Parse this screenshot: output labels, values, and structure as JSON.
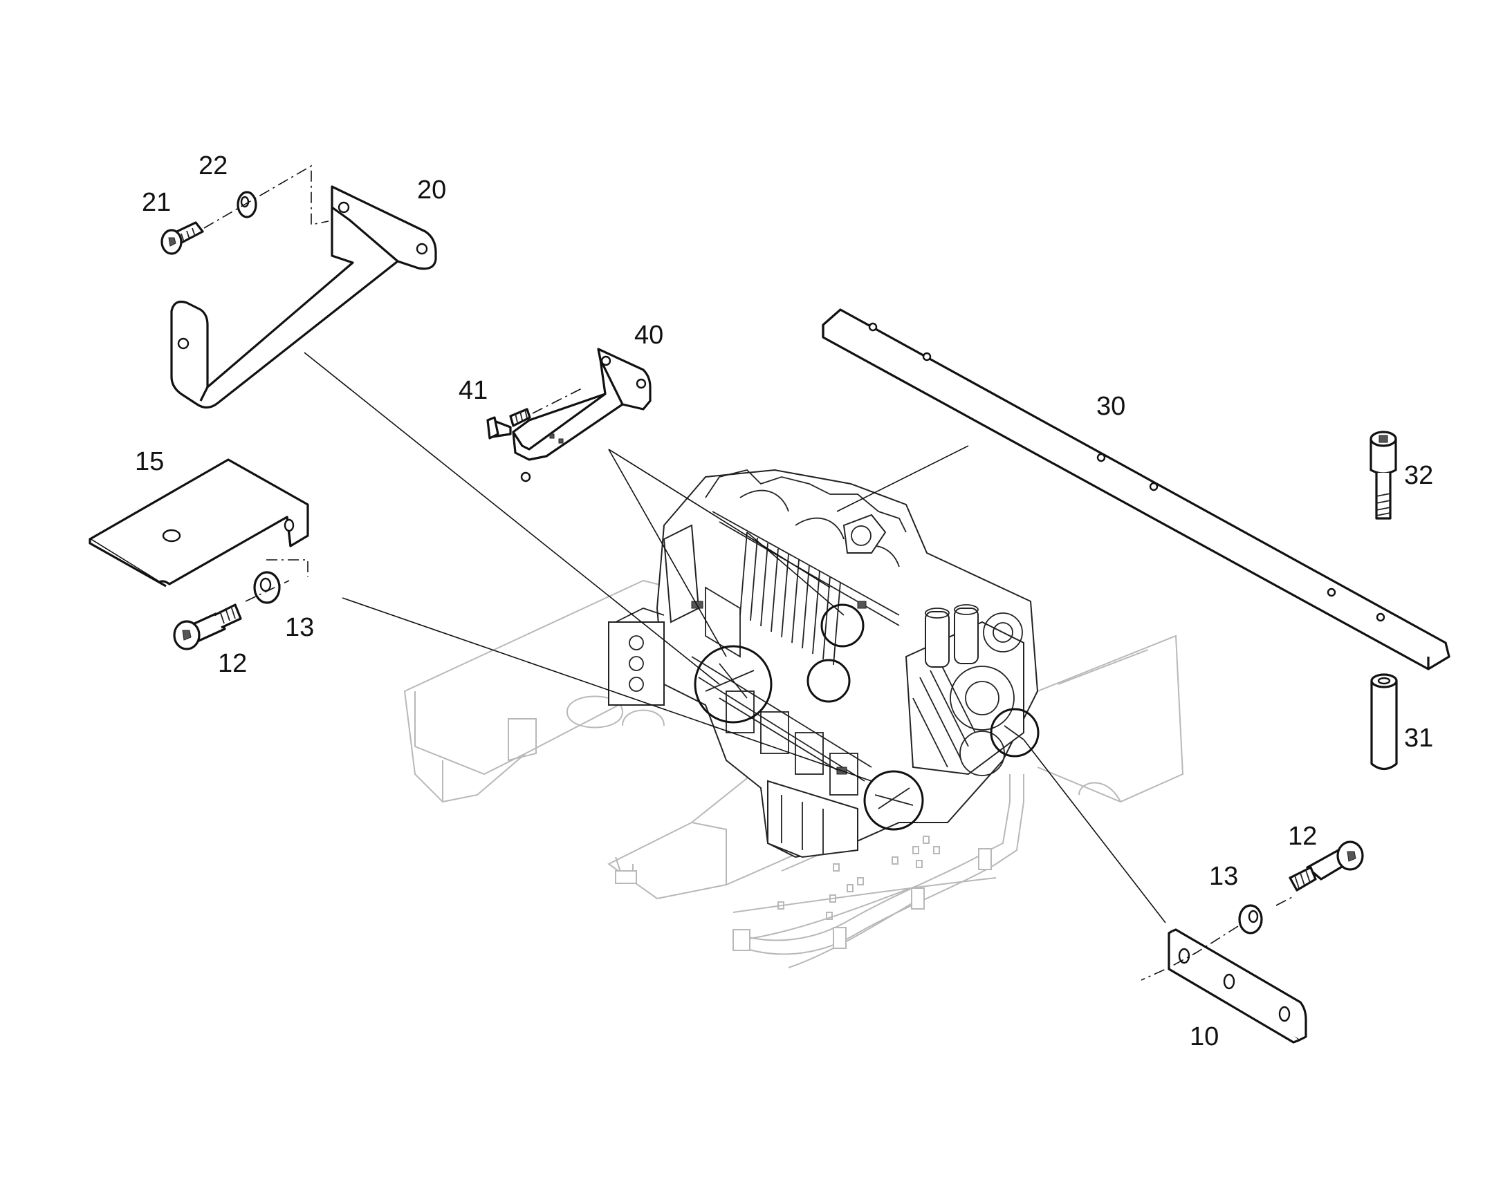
{
  "diagram": {
    "callouts": {
      "c10": "10",
      "c12a": "12",
      "c12b": "12",
      "c13a": "13",
      "c13b": "13",
      "c15": "15",
      "c20": "20",
      "c21": "21",
      "c22": "22",
      "c30": "30",
      "c31": "31",
      "c32": "32",
      "c40": "40",
      "c41": "41"
    }
  }
}
